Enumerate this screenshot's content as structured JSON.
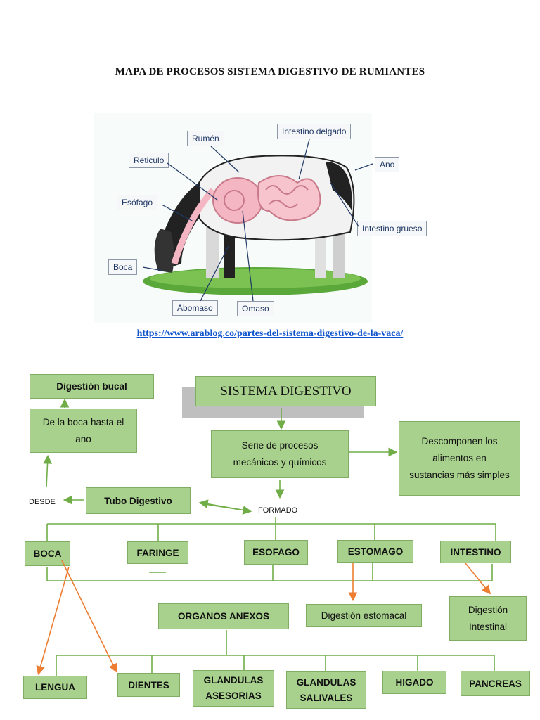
{
  "title": "MAPA DE PROCESOS SISTEMA DIGESTIVO DE RUMIANTES",
  "illustration_labels": {
    "rumen": "Rumén",
    "intestino_delgado": "Intestino delgado",
    "reticulo": "Reticulo",
    "ano": "Ano",
    "esofago": "Esófago",
    "intestino_grueso": "Intestino grueso",
    "boca": "Boca",
    "abomaso": "Abomaso",
    "omaso": "Omaso"
  },
  "source_link": "https://www.arablog.co/partes-del-sistema-digestivo-de-la-vaca/",
  "map": {
    "sistema_digestivo": "SISTEMA DIGESTIVO",
    "serie_procesos": "Serie de procesos mecánicos y químicos",
    "descomponen": "Descomponen los alimentos en sustancias más simples",
    "digestion_bucal": "Digestión bucal",
    "de_la_boca": "De la boca hasta el ano",
    "desde": "DESDE",
    "tubo_digestivo": "Tubo Digestivo",
    "formado": "FORMADO",
    "boca": "BOCA",
    "faringe": "FARINGE",
    "esofago": "ESOFAGO",
    "estomago": "ESTOMAGO",
    "intestino": "INTESTINO",
    "organos_anexos": "ORGANOS ANEXOS",
    "digestion_estomacal": "Digestión estomacal",
    "digestion_intestinal": "Digestión Intestinal",
    "lengua": "LENGUA",
    "dientes": "DIENTES",
    "glandulas_asesorias": "GLANDULAS ASESORIAS",
    "glandulas_salivales": "GLANDULAS SALIVALES",
    "higado": "HIGADO",
    "pancreas": "PANCREAS"
  },
  "colors": {
    "box_fill": "#a8d18d",
    "connector": "#70ad47",
    "arrow_orange": "#ed7d31",
    "link": "#1155cc"
  }
}
